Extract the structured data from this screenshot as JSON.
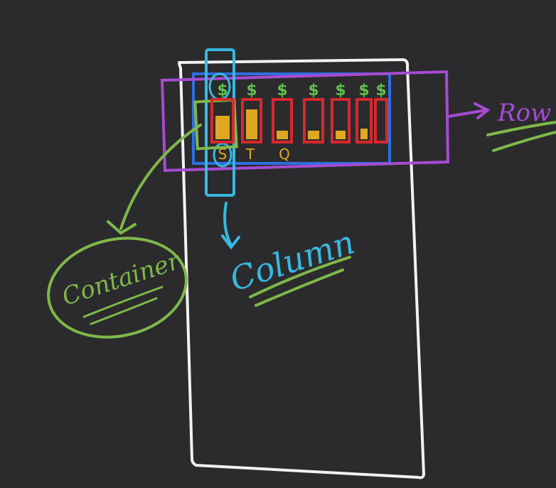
{
  "colors": {
    "background": "#2b2b2d",
    "phone": "#f2f2f2",
    "row": "#a64bd2",
    "column": "#38b8e0",
    "container": "#7fb84a",
    "inner_row": "#2f6fe0",
    "bar_outline": "#d8282c",
    "bar_fill": "#e0a820",
    "dollar": "#5fbf4a",
    "day_letter": "#e0a820"
  },
  "labels": {
    "row": "Row",
    "column": "Column",
    "container": "Container"
  },
  "chart": {
    "bar_symbols": [
      "$",
      "$",
      "$",
      "$",
      "$",
      "$",
      "$"
    ],
    "fill_levels": [
      0.55,
      0.7,
      0.2,
      0.2,
      0.2,
      0.25,
      0
    ],
    "day_labels": [
      "S",
      "T",
      "Q"
    ]
  }
}
